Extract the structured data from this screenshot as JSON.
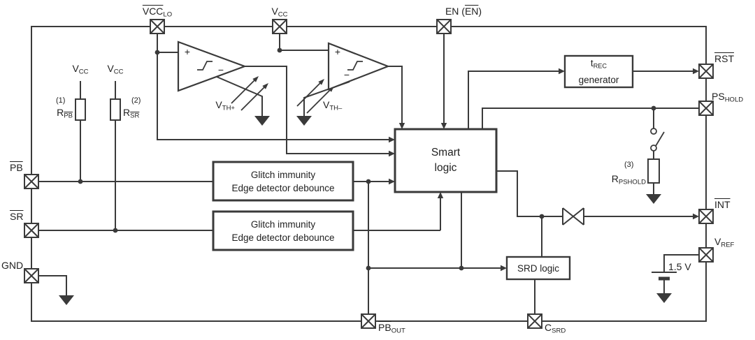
{
  "colors": {
    "line": "#3a3a3a",
    "text": "#1f1f1f",
    "background": "#ffffff"
  },
  "pins": {
    "vcclo": {
      "parts": [
        {
          "t": "VCC",
          "s": "ov"
        },
        {
          "t": "LO",
          "s": "sb"
        }
      ]
    },
    "vcc": {
      "parts": [
        {
          "t": "V"
        },
        {
          "t": "CC",
          "s": "sb"
        }
      ]
    },
    "en": {
      "parts": [
        {
          "t": "EN ("
        },
        {
          "t": "EN",
          "s": "ov"
        },
        {
          "t": ")"
        }
      ]
    },
    "rst": {
      "parts": [
        {
          "t": "RST",
          "s": "ov"
        }
      ]
    },
    "pshold": {
      "parts": [
        {
          "t": "PS"
        },
        {
          "t": "HOLD",
          "s": "sb"
        }
      ]
    },
    "int": {
      "parts": [
        {
          "t": "INT",
          "s": "ov"
        }
      ]
    },
    "vref": {
      "parts": [
        {
          "t": "V"
        },
        {
          "t": "REF",
          "s": "sb"
        }
      ]
    },
    "pb": {
      "parts": [
        {
          "t": "PB",
          "s": "ov"
        }
      ]
    },
    "sr": {
      "parts": [
        {
          "t": "SR",
          "s": "ov"
        }
      ]
    },
    "gnd": {
      "parts": [
        {
          "t": "GND"
        }
      ]
    },
    "pbout": {
      "parts": [
        {
          "t": "PB",
          "s": "ov"
        },
        {
          "t": "OUT",
          "s": "sb"
        }
      ]
    },
    "csrd": {
      "parts": [
        {
          "t": "C"
        },
        {
          "t": "SRD",
          "s": "sb"
        }
      ]
    }
  },
  "components": {
    "r_pb": {
      "parts": [
        {
          "t": "R"
        },
        {
          "t": "PB",
          "s": "ovsb"
        }
      ],
      "note": "(1)",
      "supply": {
        "parts": [
          {
            "t": "V"
          },
          {
            "t": "CC",
            "s": "sb"
          }
        ]
      }
    },
    "r_sr": {
      "parts": [
        {
          "t": "R"
        },
        {
          "t": "SR",
          "s": "ovsb"
        }
      ],
      "note": "(2)",
      "supply": {
        "parts": [
          {
            "t": "V"
          },
          {
            "t": "CC",
            "s": "sb"
          }
        ]
      }
    },
    "r_pshold": {
      "parts": [
        {
          "t": "R"
        },
        {
          "t": "PSHOLD",
          "s": "sb"
        }
      ],
      "note": "(3)"
    },
    "vth_plus": {
      "parts": [
        {
          "t": "V"
        },
        {
          "t": "TH+",
          "s": "sb"
        }
      ]
    },
    "vth_minus": {
      "parts": [
        {
          "t": "V"
        },
        {
          "t": "TH–",
          "s": "sb"
        }
      ]
    },
    "vref_value": "1.5 V",
    "comp_plus": "+",
    "comp_minus": "−"
  },
  "blocks": {
    "smart_logic": {
      "line1": "Smart",
      "line2": "logic"
    },
    "trec": {
      "line1_parts": [
        {
          "t": "t"
        },
        {
          "t": "REC",
          "s": "sb"
        }
      ],
      "line2": "generator"
    },
    "glitch_pb": {
      "line1": "Glitch immunity",
      "line2": "Edge detector debounce"
    },
    "glitch_sr": {
      "line1": "Glitch immunity",
      "line2": "Edge detector debounce"
    },
    "srd": {
      "label": "SRD logic"
    }
  }
}
